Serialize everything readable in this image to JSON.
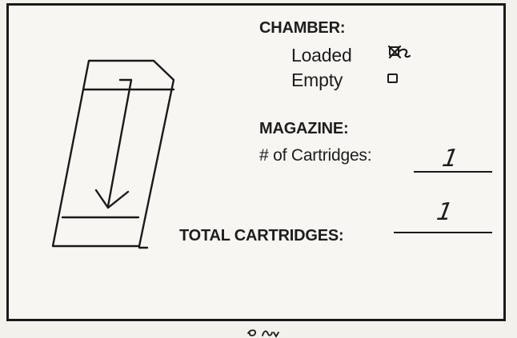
{
  "chamber": {
    "title": "CHAMBER:",
    "loaded_label": "Loaded",
    "empty_label": "Empty",
    "loaded_checked": true,
    "empty_checked": false
  },
  "magazine": {
    "title": "MAGAZINE:",
    "cartridges_label": "# of Cartridges:",
    "cartridges_value": "1"
  },
  "total": {
    "label": "TOTAL CARTRIDGES:",
    "value": "1"
  }
}
